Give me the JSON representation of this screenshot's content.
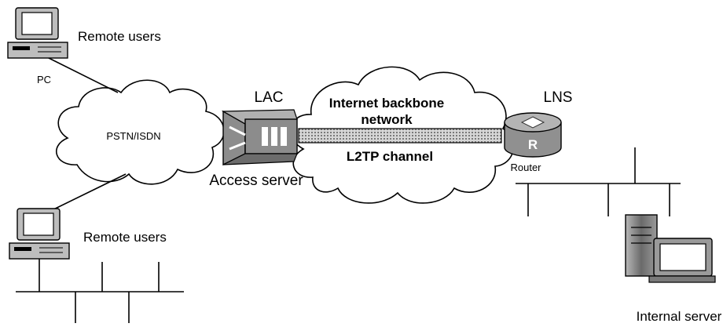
{
  "labels": {
    "remote_users_top": "Remote users",
    "pc": "PC",
    "pstn": "PSTN/ISDN",
    "lac": "LAC",
    "access_server": "Access server",
    "internet_line1": "Internet backbone",
    "internet_line2": "network",
    "l2tp_channel": "L2TP channel",
    "lns": "LNS",
    "router": "Router",
    "router_glyph": "R",
    "remote_users_bottom": "Remote users",
    "internal_server": "Internal server"
  },
  "colors": {
    "line": "#000000",
    "background": "#ffffff",
    "device_gray": "#8c8c8c",
    "router_body": "#909090",
    "channel_fill": "#c8c8c8"
  },
  "icons": [
    "pc-icon",
    "cloud-icon",
    "access-server-icon",
    "router-icon",
    "server-icon"
  ]
}
